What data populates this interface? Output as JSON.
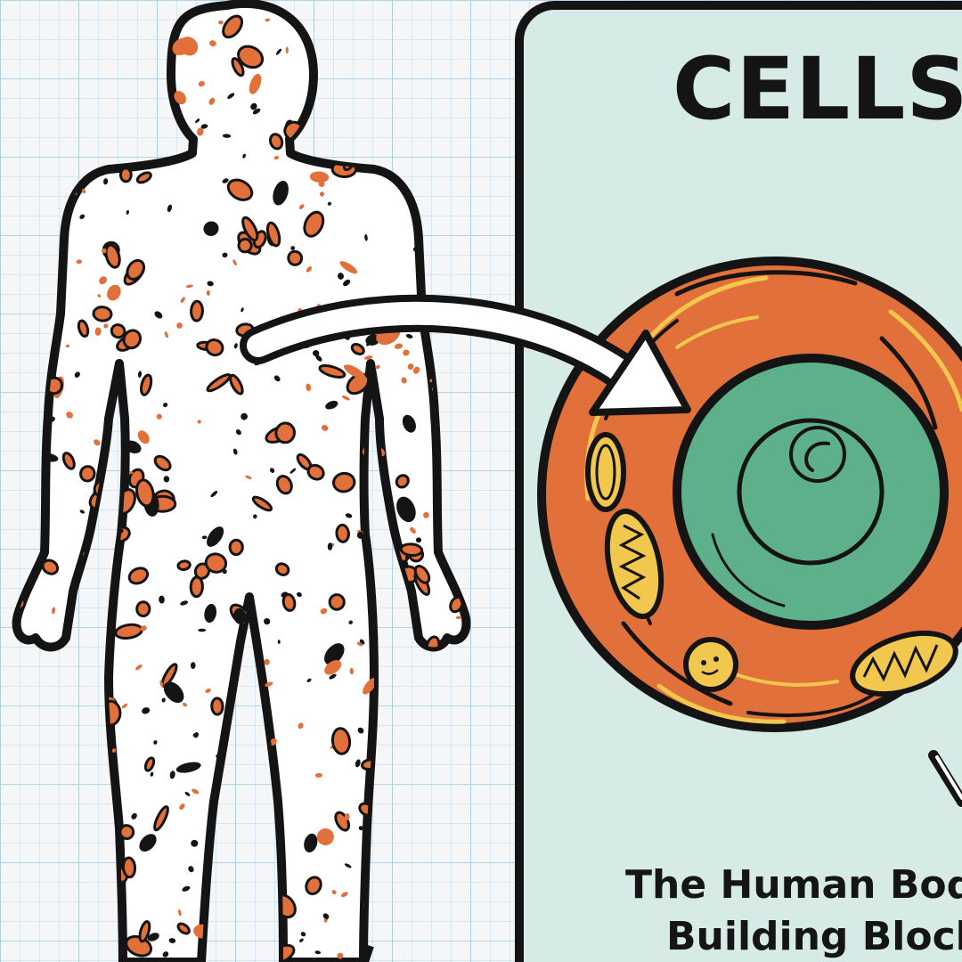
{
  "panel": {
    "title": "CELLS",
    "caption_line1": "The Human Bod",
    "caption_line2": "Building Blocks"
  },
  "colors": {
    "paper": "#f4f6f7",
    "grid": "#a9cfe8",
    "outline": "#141414",
    "cell_orange": "#e2703a",
    "nucleus_green": "#5db08a",
    "organelle_yellow": "#f2c74e",
    "panel_fill": "#d6ebe6"
  }
}
